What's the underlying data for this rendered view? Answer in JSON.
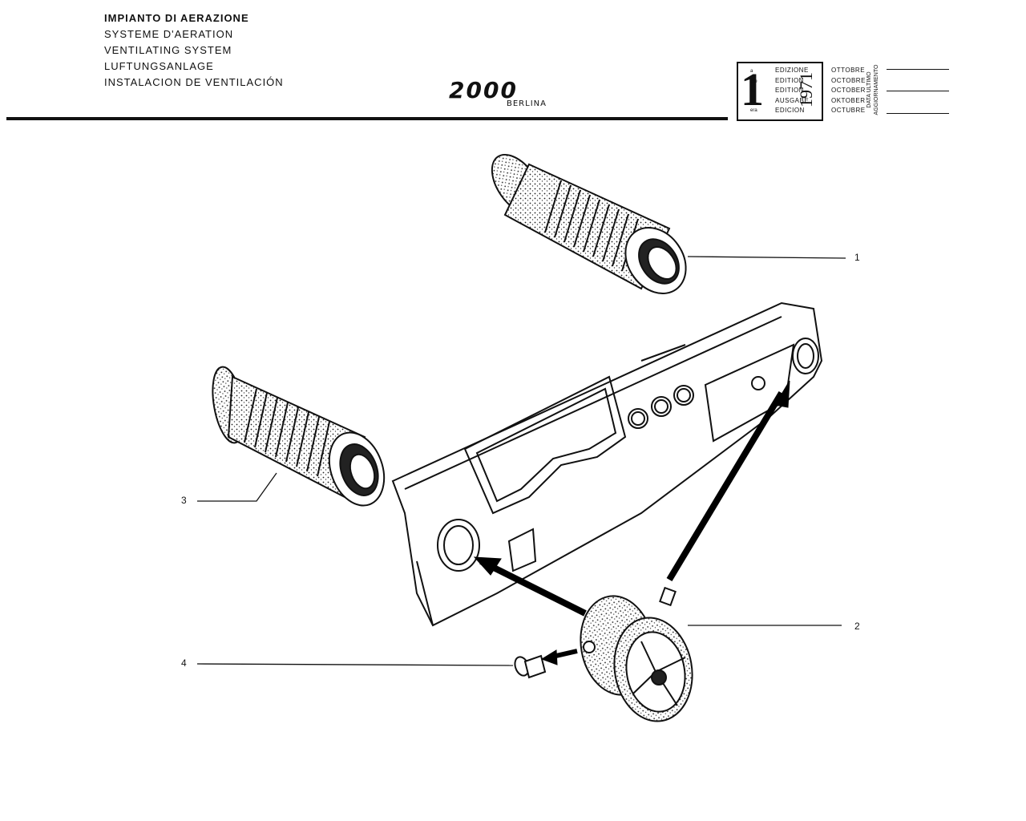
{
  "header": {
    "titles": [
      "IMPIANTO DI AERAZIONE",
      "SYSTEME D'AERATION",
      "VENTILATING SYSTEM",
      "LUFTUNGSANLAGE",
      "INSTALACION DE VENTILACIÓN"
    ],
    "model": "2000",
    "model_subtitle": "BERLINA"
  },
  "edition_box": {
    "number": "1",
    "superscripts": [
      "a",
      "ere",
      "st",
      "e",
      "era"
    ],
    "labels": [
      "EDIZIONE",
      "EDITION",
      "EDITION",
      "AUSGABE",
      "EDICION"
    ],
    "year": "1971",
    "months": [
      "OTTOBRE",
      "OCTOBRE",
      "OCTOBER",
      "OKTOBER",
      "OCTUBRE"
    ],
    "update_label_line1": "DATA ULTIMO",
    "update_label_line2": "AGGIORNAMENTO"
  },
  "callouts": [
    "1",
    "2",
    "3",
    "4"
  ]
}
